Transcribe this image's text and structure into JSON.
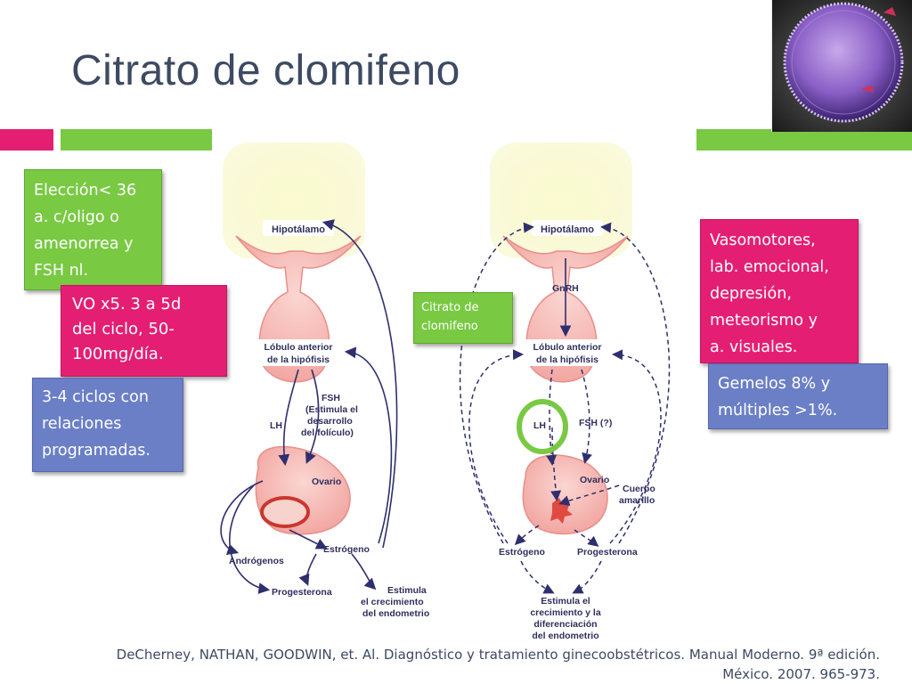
{
  "slide": {
    "title": "Citrato de clomifeno",
    "accent_colors": {
      "pink": "#e41f73",
      "green": "#79c943",
      "blue": "#6b7fc7",
      "title": "#3d4a62"
    },
    "photo_icon": "egg-cell-micrograph-icon"
  },
  "callouts": {
    "eleccion": "Elección< 36\na. c/oligo o\namenorrea y\nFSH nl.",
    "dosis": "VO x5. 3 a 5d\ndel ciclo, 50-\n100mg/día.",
    "ciclos": "3-4 ciclos con\nrelaciones\nprogramadas.",
    "citrato": "Citrato de\nclomifeno",
    "efectos": "Vasomotores,\nlab. emocional,\ndepresión,\nmeteorismo y\na. visuales.",
    "gemelos": "Gemelos 8% y\nmúltiples >1%."
  },
  "diagram_left": {
    "hipotalamo": "Hipotálamo",
    "lobulo_1": "Lóbulo anterior",
    "lobulo_2": "de la hipófisis",
    "lh": "LH",
    "fsh_1": "FSH",
    "fsh_2": "(Estimula el",
    "fsh_3": "desarrollo",
    "fsh_4": "del folículo)",
    "ovario": "Ovario",
    "androgenos": "Andrógenos",
    "estrogeno": "Estrógeno",
    "progesterona": "Progesterona",
    "endo_1": "Estimula",
    "endo_2": "el crecimiento",
    "endo_3": "del endometrio"
  },
  "diagram_right": {
    "hipotalamo": "Hipotálamo",
    "gnrh": "GnRH",
    "lobulo_1": "Lóbulo anterior",
    "lobulo_2": "de la hipófisis",
    "lh": "LH",
    "fsh": "FSH (?)",
    "ovario": "Ovario",
    "cuerpo_1": "Cuerpo",
    "cuerpo_2": "amarillo",
    "estrogeno": "Estrógeno",
    "progesterona": "Progesterona",
    "endo_1": "Estimula el",
    "endo_2": "crecimiento y la",
    "endo_3": "diferenciación",
    "endo_4": "del endometrio"
  },
  "citation": {
    "line1": "DeCherney, NATHAN, GOODWIN, et. Al. Diagnóstico y tratamiento ginecoobstétricos. Manual Moderno. 9ª edición.",
    "line2": "México. 2007. 965-973."
  }
}
